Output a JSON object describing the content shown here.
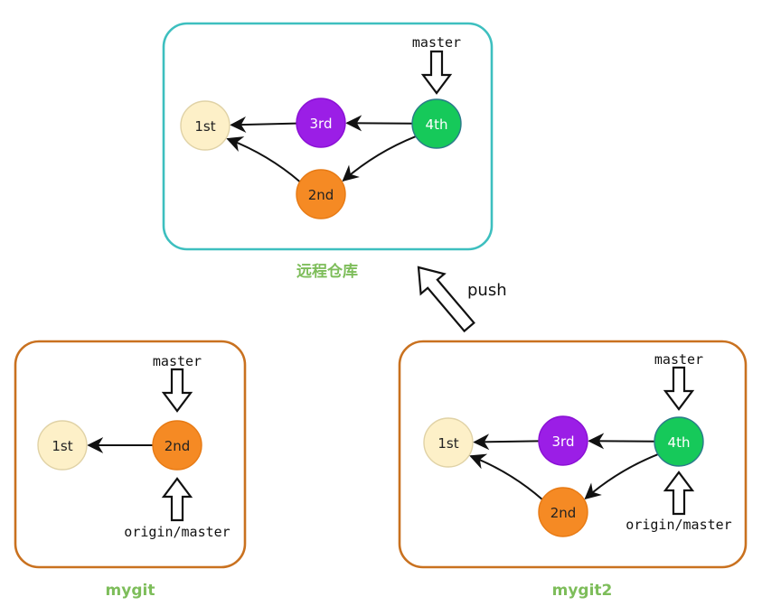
{
  "colors": {
    "remote_border": "#3dbfbf",
    "local_border": "#c9711f",
    "repo_label": "#7dbd5a",
    "commit_1st": "#fdf0c8",
    "commit_2nd": "#f58a24",
    "commit_3rd": "#9b1ee6",
    "commit_4th": "#16c95a",
    "arrow": "#111111"
  },
  "push_label": "push",
  "repos": [
    {
      "id": "remote",
      "label": "远程仓库",
      "commits": [
        {
          "id": "c1",
          "label": "1st",
          "color_key": "commit_1st",
          "text_color": "#222222"
        },
        {
          "id": "c3",
          "label": "3rd",
          "color_key": "commit_3rd",
          "text_color": "#ffffff"
        },
        {
          "id": "c4",
          "label": "4th",
          "color_key": "commit_4th",
          "text_color": "#ffffff"
        },
        {
          "id": "c2",
          "label": "2nd",
          "color_key": "commit_2nd",
          "text_color": "#222222"
        }
      ],
      "refs": [
        {
          "label": "master",
          "direction": "down",
          "target": "c4"
        }
      ]
    },
    {
      "id": "mygit",
      "label": "mygit",
      "commits": [
        {
          "id": "c1",
          "label": "1st",
          "color_key": "commit_1st",
          "text_color": "#222222"
        },
        {
          "id": "c2",
          "label": "2nd",
          "color_key": "commit_2nd",
          "text_color": "#222222"
        }
      ],
      "refs": [
        {
          "label": "master",
          "direction": "down",
          "target": "c2"
        },
        {
          "label": "origin/master",
          "direction": "up",
          "target": "c2"
        }
      ]
    },
    {
      "id": "mygit2",
      "label": "mygit2",
      "commits": [
        {
          "id": "c1",
          "label": "1st",
          "color_key": "commit_1st",
          "text_color": "#222222"
        },
        {
          "id": "c3",
          "label": "3rd",
          "color_key": "commit_3rd",
          "text_color": "#ffffff"
        },
        {
          "id": "c4",
          "label": "4th",
          "color_key": "commit_4th",
          "text_color": "#ffffff"
        },
        {
          "id": "c2",
          "label": "2nd",
          "color_key": "commit_2nd",
          "text_color": "#222222"
        }
      ],
      "refs": [
        {
          "label": "master",
          "direction": "down",
          "target": "c4"
        },
        {
          "label": "origin/master",
          "direction": "up",
          "target": "c4"
        }
      ]
    }
  ]
}
